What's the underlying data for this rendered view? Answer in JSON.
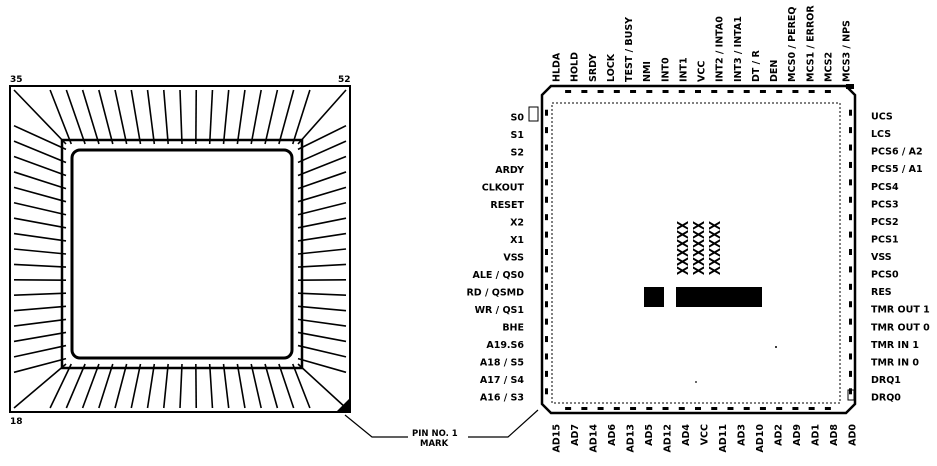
{
  "left_package": {
    "corner_labels": {
      "top_left": "35",
      "top_right": "52",
      "bottom_left": "18"
    },
    "pin_mark_text": [
      "PIN NO. 1",
      "MARK"
    ]
  },
  "right_package": {
    "top_pins": [
      "HLDA",
      "HOLD",
      "SRDY",
      "LOCK",
      "TEST / BUSY",
      "NMI",
      "INT0",
      "INT1",
      "VCC",
      "INT2 / INTA0",
      "INT3 / INTA1",
      "DT / R",
      "DEN",
      "MCS0 / PEREQ",
      "MCS1 / ERROR",
      "MCS2",
      "MCS3 / NPS"
    ],
    "left_pins": [
      "S0",
      "S1",
      "S2",
      "ARDY",
      "CLKOUT",
      "RESET",
      "X2",
      "X1",
      "VSS",
      "ALE / QS0",
      "RD / QSMD",
      "WR / QS1",
      "BHE",
      "A19.S6",
      "A18 / S5",
      "A17 / S4",
      "A16 / S3"
    ],
    "right_pins": [
      "UCS",
      "LCS",
      "PCS6 / A2",
      "PCS5 / A1",
      "PCS4",
      "PCS3",
      "PCS2",
      "PCS1",
      "VSS",
      "PCS0",
      "RES",
      "TMR OUT 1",
      "TMR OUT 0",
      "TMR IN 1",
      "TMR IN 0",
      "DRQ1",
      "DRQ0"
    ],
    "bottom_pins": [
      "AD15",
      "AD7",
      "AD14",
      "AD6",
      "AD13",
      "AD5",
      "AD12",
      "AD4",
      "VCC",
      "AD11",
      "AD3",
      "AD10",
      "AD2",
      "AD9",
      "AD1",
      "AD8",
      "AD0"
    ],
    "marking_rows": [
      "XXXXXX",
      "XXXXXX",
      "XXXXXX"
    ]
  }
}
